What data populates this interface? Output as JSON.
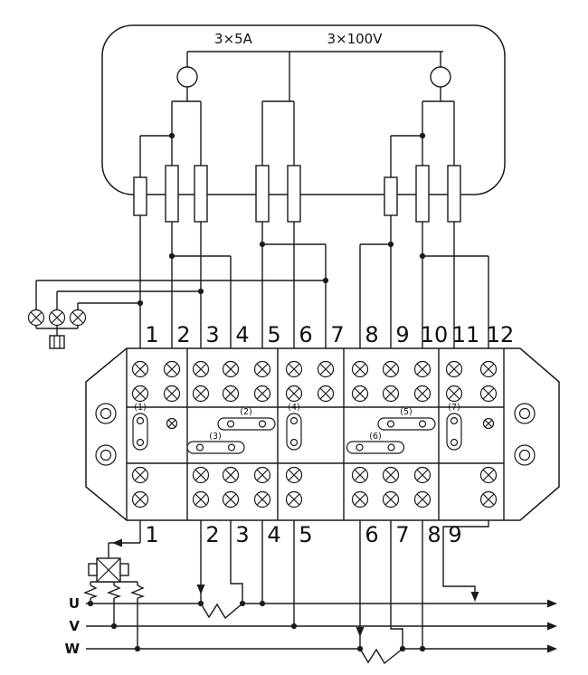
{
  "meter": {
    "current_label": "3×5A",
    "voltage_label": "3×100V"
  },
  "terminal_block": {
    "top_terminals": [
      "1",
      "2",
      "3",
      "4",
      "5",
      "6",
      "7",
      "8",
      "9",
      "10",
      "11",
      "12"
    ],
    "bottom_terminals": [
      "1",
      "2",
      "3",
      "4",
      "5",
      "6",
      "7",
      "8",
      "9"
    ],
    "link_labels": [
      "(1)",
      "(2)",
      "(3)",
      "(4)",
      "(5)",
      "(6)",
      "(7)"
    ]
  },
  "phase_labels": [
    "U",
    "V",
    "W"
  ],
  "colors": {
    "line": "#1a1a1a",
    "background": "#ffffff"
  }
}
